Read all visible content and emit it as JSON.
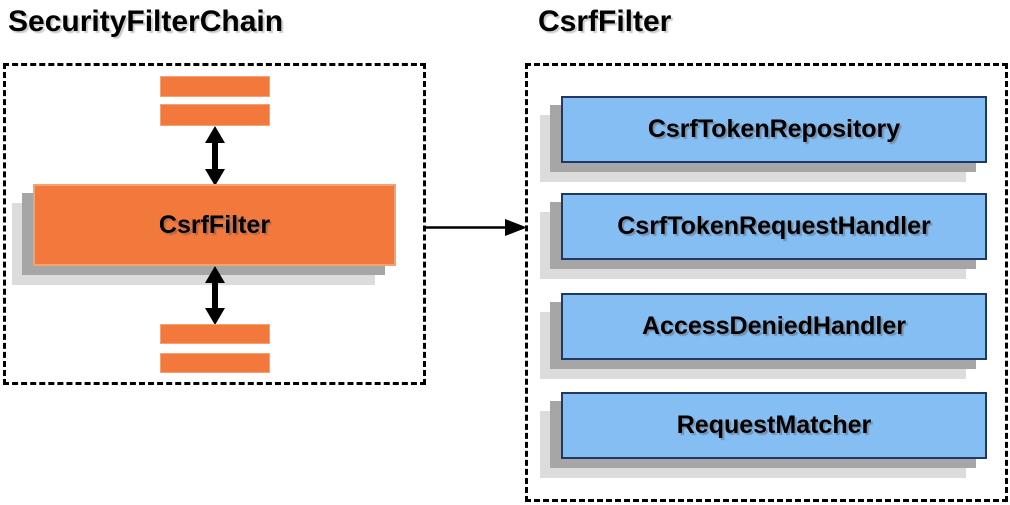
{
  "left_panel": {
    "title": "SecurityFilterChain",
    "filter_box_label": "CsrfFilter",
    "placeholder_bars": {
      "top_count": 2,
      "bottom_count": 2
    }
  },
  "right_panel": {
    "title": "CsrfFilter",
    "components": [
      {
        "label": "CsrfTokenRepository"
      },
      {
        "label": "CsrfTokenRequestHandler"
      },
      {
        "label": "AccessDeniedHandler"
      },
      {
        "label": "RequestMatcher"
      }
    ]
  },
  "icons": {
    "vertical_arrows": "double-headed-arrow",
    "flow_arrow": "right-arrow"
  },
  "colors": {
    "orange_fill": "#F2793B",
    "orange_border": "#F5A273",
    "blue_fill": "#85BEF2",
    "blue_border": "#1F3864",
    "shadow_dark": "#A6A6A6",
    "shadow_light": "#DCDCDC",
    "line": "#000000"
  }
}
